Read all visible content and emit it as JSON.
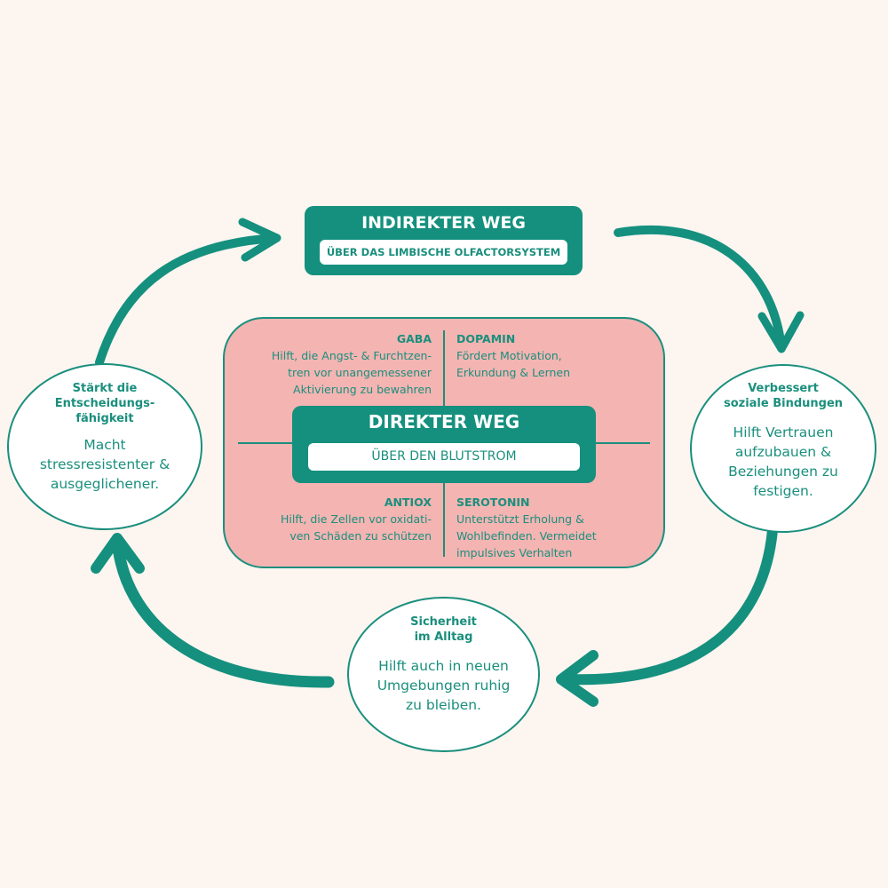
{
  "colors": {
    "background": "#fcf5f0",
    "teal": "#15907e",
    "pink": "#f3b4b2",
    "white": "#ffffff"
  },
  "indirect": {
    "title": "INDIREKTER WEG",
    "subtitle": "ÜBER DAS LIMBISCHE OLFACTORSYSTEM"
  },
  "direct": {
    "title": "DIREKTER WEG",
    "subtitle": "ÜBER DEN BLUTSTROM"
  },
  "quadrants": {
    "gaba": {
      "title": "GABA",
      "lines": [
        "Hilft, die Angst- & Furchtzen-",
        "tren vor unangemessener",
        "Aktivierung zu bewahren"
      ]
    },
    "dopamin": {
      "title": "DOPAMIN",
      "lines": [
        "Fördert Motivation,",
        "Erkundung & Lernen"
      ]
    },
    "antiox": {
      "title": "ANTIOX",
      "lines": [
        "Hilft, die Zellen vor oxidati-",
        "ven Schäden zu schützen"
      ]
    },
    "serotonin": {
      "title": "SEROTONIN",
      "lines": [
        "Unterstützt Erholung &",
        "Wohlbefinden. Vermeidet",
        "impulsives Verhalten"
      ]
    }
  },
  "circles": {
    "left": {
      "heading": [
        "Stärkt die",
        "Entscheidungs-",
        "fähigkeit"
      ],
      "text": [
        "Macht",
        "stressresistenter &",
        "ausgeglichener."
      ]
    },
    "right": {
      "heading": [
        "Verbessert",
        "soziale Bindungen"
      ],
      "text": [
        "Hilft  Vertrauen",
        "aufzubauen &",
        "Beziehungen zu",
        "festigen."
      ]
    },
    "bottom": {
      "heading": [
        "Sicherheit",
        "im Alltag"
      ],
      "text": [
        "Hilft auch in neuen",
        "Umgebungen ruhig",
        "zu bleiben."
      ]
    }
  }
}
